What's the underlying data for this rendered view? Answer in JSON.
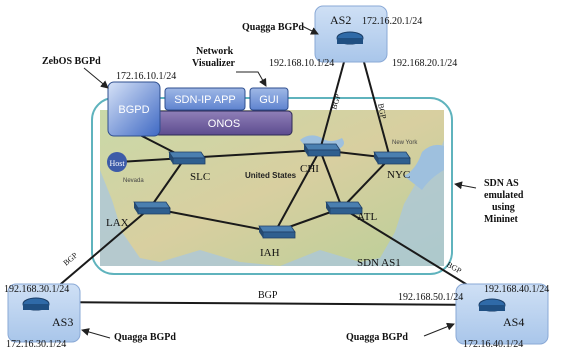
{
  "labels": {
    "zebos": "ZebOS BGPd",
    "bgpd_ip": "172.16.10.1/24",
    "bgpd_box": "BGPD",
    "sdnip_app": "SDN-IP APP",
    "gui": "GUI",
    "onos": "ONOS",
    "nv_line1": "Network",
    "nv_line2": "Visualizer",
    "as2_title": "Quagga BGPd",
    "as2": "AS2",
    "as2_ip_a": "172.16.20.1/24",
    "as2_ip_b": "192.168.10.1/24",
    "as2_ip_c": "192.168.20.1/24",
    "host": "Host",
    "slc": "SLC",
    "chi": "CHI",
    "nyc": "NYC",
    "lax": "LAX",
    "iah": "IAH",
    "atl": "ATL",
    "united_states": "United States",
    "nevada": "Nevada",
    "new_york": "New York",
    "sdn_as1": "SDN AS1",
    "sdn_as_line1": "SDN AS",
    "sdn_as_line2": "emulated",
    "sdn_as_line3": "using",
    "sdn_as_line4": "Mininet",
    "bgp": "BGP",
    "as3": "AS3",
    "as3_ip_a": "192.168.30.1/24",
    "as3_ip_b": "172.16.30.1/24",
    "as3_quagga": "Quagga BGPd",
    "as4": "AS4",
    "as4_ip_a": "192.168.40.1/24",
    "as4_ip_b": "172.16.40.1/24",
    "as4_ip_c": "192.168.50.1/24",
    "as4_quagga": "Quagga BGPd"
  }
}
